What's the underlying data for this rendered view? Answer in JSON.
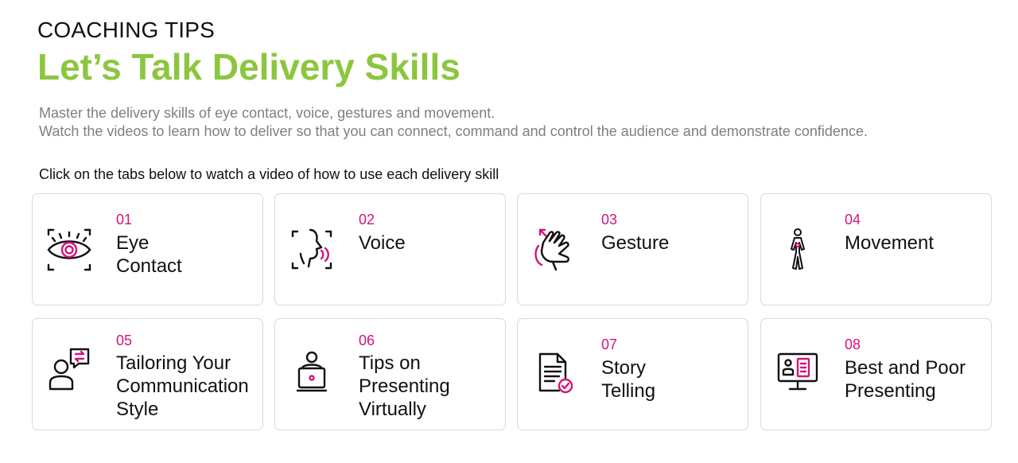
{
  "header": {
    "eyebrow": "COACHING TIPS",
    "title": "Let’s Talk Delivery Skills"
  },
  "intro": {
    "line1": "Master the delivery skills of eye contact, voice, gestures and movement.",
    "line2": "Watch the videos to learn how to deliver so that you can connect, command and control the audience and demonstrate confidence."
  },
  "instruction": "Click on the tabs below to watch a video of how to use each delivery skill",
  "colors": {
    "accent_green": "#8cc63f",
    "accent_magenta": "#d4147a",
    "card_border": "#d9d9d9"
  },
  "tabs": [
    {
      "number": "01",
      "lines": [
        "Eye",
        "Contact"
      ],
      "icon": "eye-icon"
    },
    {
      "number": "02",
      "lines": [
        "Voice"
      ],
      "icon": "voice-icon"
    },
    {
      "number": "03",
      "lines": [
        "Gesture"
      ],
      "icon": "hand-gesture-icon"
    },
    {
      "number": "04",
      "lines": [
        "Movement"
      ],
      "icon": "walking-person-icon"
    },
    {
      "number": "05",
      "lines": [
        "Tailoring Your",
        "Communication",
        "Style"
      ],
      "icon": "person-chat-icon"
    },
    {
      "number": "06",
      "lines": [
        "Tips on",
        "Presenting",
        "Virtually"
      ],
      "icon": "person-laptop-icon"
    },
    {
      "number": "07",
      "lines": [
        "Story",
        "Telling"
      ],
      "icon": "document-check-icon"
    },
    {
      "number": "08",
      "lines": [
        "Best and Poor",
        "Presenting"
      ],
      "icon": "presentation-screen-icon"
    }
  ]
}
